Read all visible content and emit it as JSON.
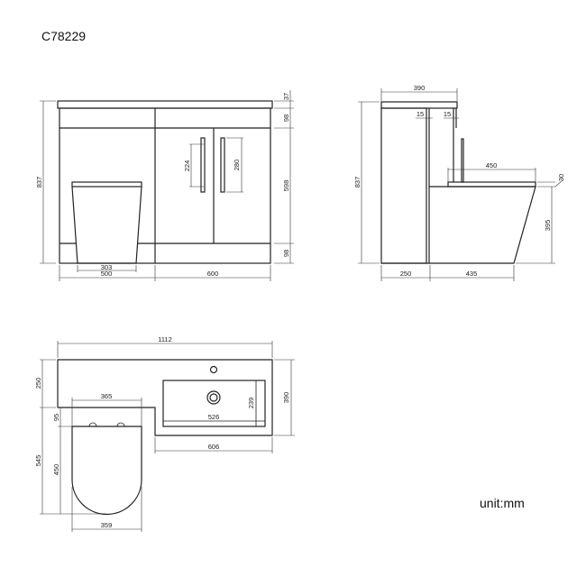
{
  "product_code": "C78229",
  "unit_label": "unit:mm",
  "front_view": {
    "overall_height": "837",
    "top_thickness": "37",
    "upper_panel": "98",
    "door_height": "598",
    "plinth": "98",
    "handle_centres": "224",
    "handle_length": "280",
    "toilet_base_width": "303",
    "left_unit_width": "500",
    "right_unit_width": "600"
  },
  "side_view": {
    "depth": "390",
    "overall_height": "837",
    "gap_left": "15",
    "gap_right": "15",
    "seat_length": "450",
    "seat_thickness": "30",
    "pan_height": "395",
    "unit_depth": "250",
    "pan_projection": "435"
  },
  "top_view": {
    "overall_width": "1112",
    "overall_depth": "390",
    "back_depth": "250",
    "toilet_projection": "545",
    "cistern_gap": "95",
    "seat_length": "450",
    "toilet_top_width": "365",
    "toilet_bottom_width": "359",
    "basin_unit_width": "606",
    "basin_width": "526",
    "basin_depth": "239"
  }
}
